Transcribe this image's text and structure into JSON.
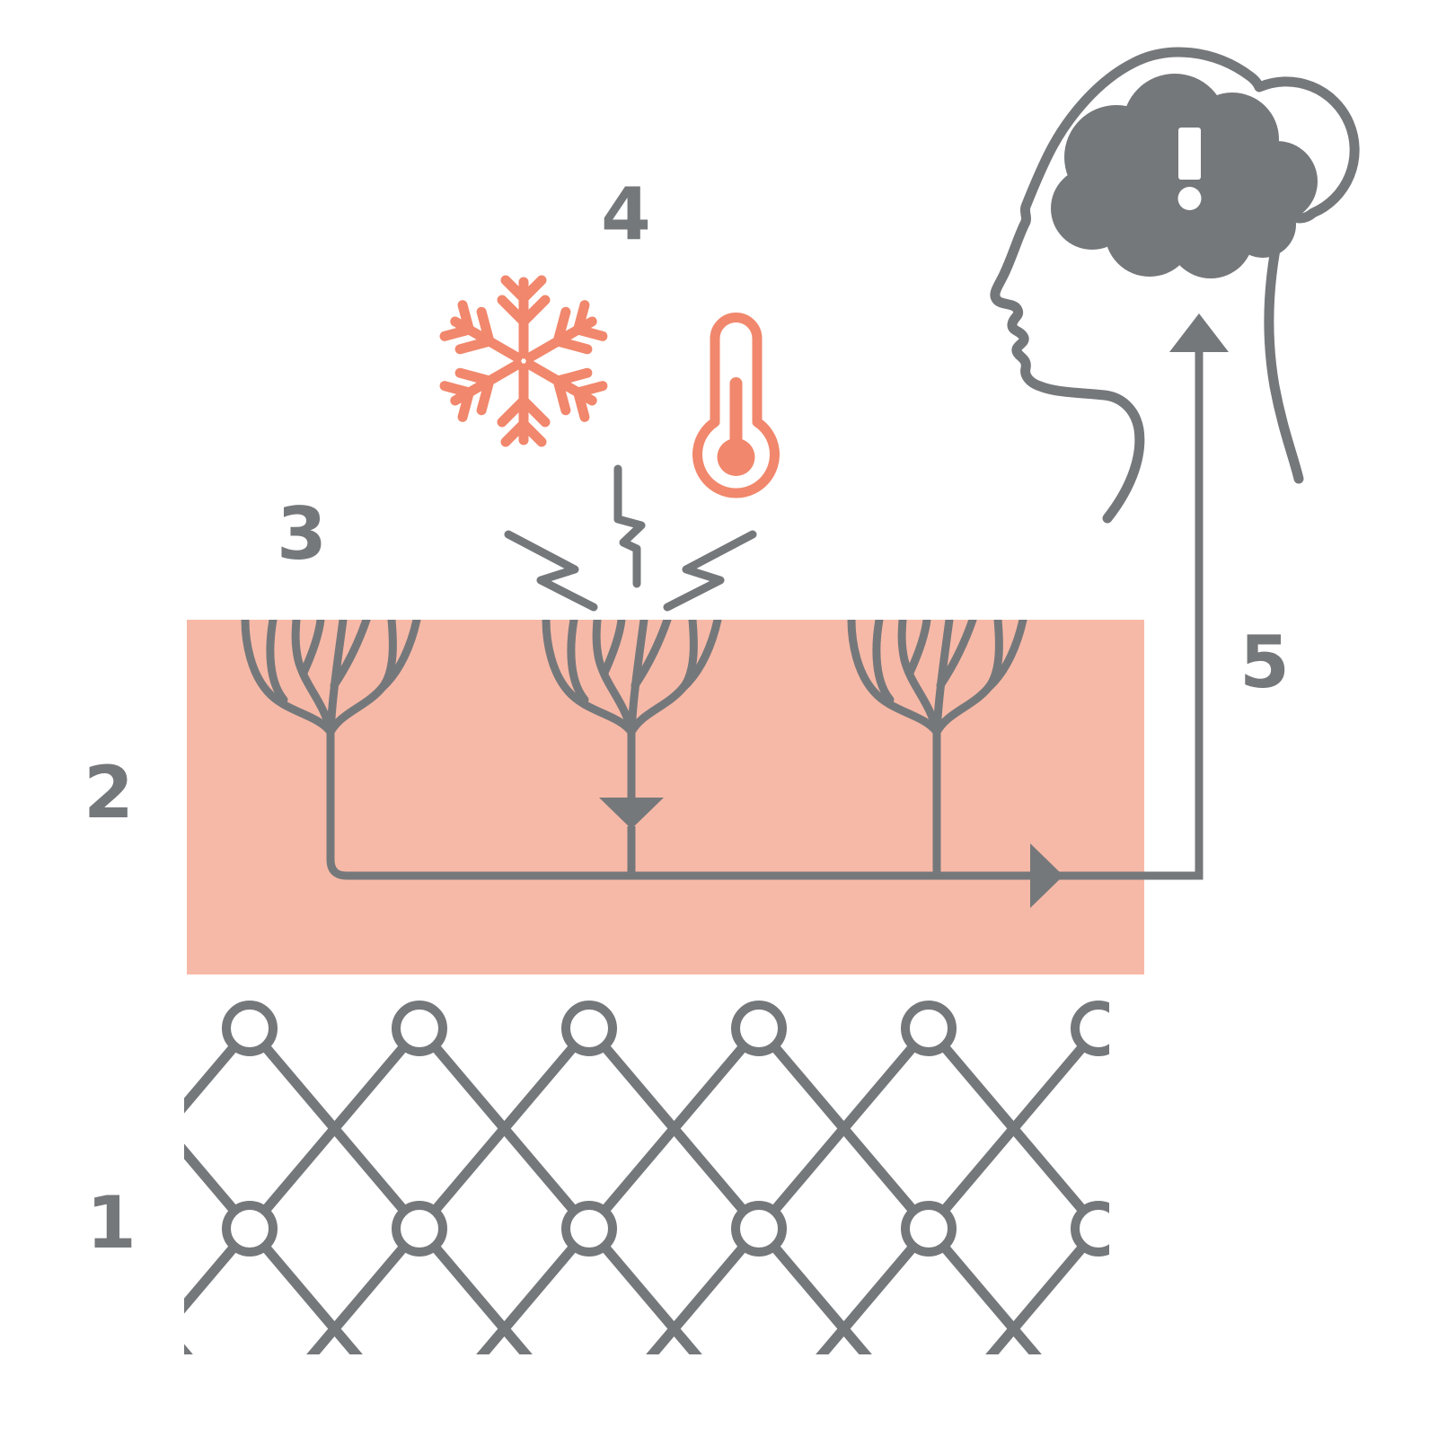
{
  "title": "Nerve signal pathway diagram",
  "colors": {
    "gray": "#75787B",
    "coral": "#F1876C",
    "pink": "#F7B9A7",
    "white": "#FFFFFF"
  },
  "labels": {
    "step_1": "1",
    "step_2": "2",
    "step_3": "3",
    "step_4": "4",
    "step_5": "5"
  },
  "icons": [
    "snowflake-icon",
    "thermometer-icon",
    "lightning-bolt-icon",
    "impact-burst-icon",
    "nerve-ending-icon",
    "synapse-arrow-icon",
    "signal-path-icon",
    "head-profile-icon",
    "hair-bun-icon",
    "brain-icon",
    "exclamation-icon",
    "tissue-lattice-icon"
  ],
  "lattice": {
    "columns": 6,
    "rows": 2
  }
}
